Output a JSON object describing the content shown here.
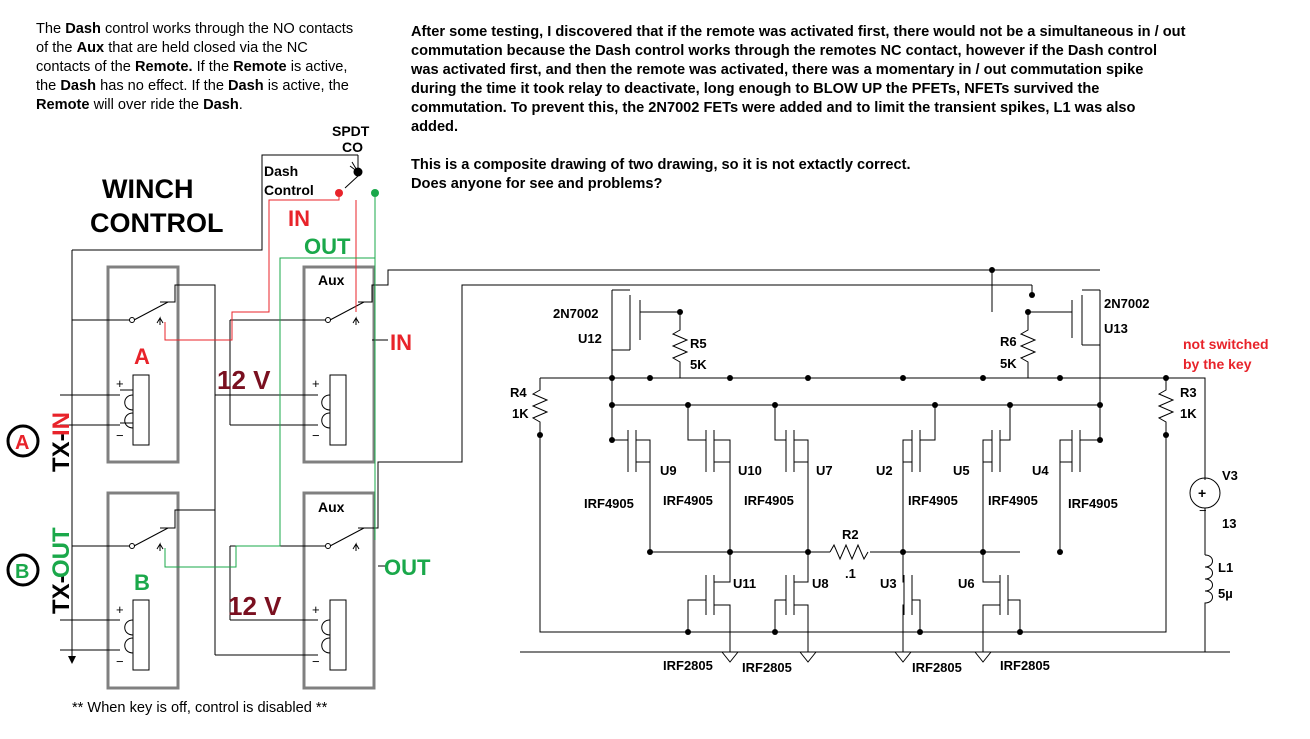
{
  "notes": {
    "left": [
      {
        "t": "The ",
        "b": false
      },
      {
        "t": "Dash",
        "b": true
      },
      {
        "t": " control works through the NO contacts of the ",
        "b": false
      },
      {
        "t": "Aux",
        "b": true
      },
      {
        "t": " that are held closed via the NC contacts of the ",
        "b": false
      },
      {
        "t": "Remote.",
        "b": true
      },
      {
        "t": " If the ",
        "b": false
      },
      {
        "t": "Remote",
        "b": true
      },
      {
        "t": " is active, the ",
        "b": false
      },
      {
        "t": "Dash",
        "b": true
      },
      {
        "t": " has no effect. If the ",
        "b": false
      },
      {
        "t": "Dash",
        "b": true
      },
      {
        "t": " is active, the ",
        "b": false
      },
      {
        "t": "Remote",
        "b": true
      },
      {
        "t": " will over ride the ",
        "b": false
      },
      {
        "t": "Dash",
        "b": true
      },
      {
        "t": ".",
        "b": false
      }
    ],
    "right_lines": [
      "After some testing, I discovered that if the remote was activated first, there would not be a simultaneous in / out",
      "commutation because the Dash control works through the remotes NC contact, however if the Dash control",
      "was activated first, and then the remote was activated, there was a momentary in / out commutation spike",
      "during the time it took relay to deactivate, long enough to BLOW UP the PFETs, NFETs survived the",
      "commutation.  To prevent this, the 2N7002 FETs were added and to limit the transient spikes,  L1 was also",
      "added.",
      "",
      "This is a composite drawing of two drawing, so it is not extactly correct.",
      "Does anyone for see and problems?"
    ],
    "footer": "**  When key is off, control is disabled  **"
  },
  "labels": {
    "spdt": "SPDT",
    "co": "CO",
    "dash": "Dash",
    "control": "Control",
    "winch": "WINCH",
    "control_big": "CONTROL",
    "in": "IN",
    "out": "OUT",
    "aux": "Aux",
    "relay_a": "A",
    "relay_b": "B",
    "twelve_v": "12 V",
    "tx_in_tx": "TX-",
    "tx_in_in": "IN",
    "tx_out_tx": "TX-",
    "tx_out_out": "OUT",
    "circle_a": "A",
    "circle_b": "B",
    "plus": "+",
    "minus": "−",
    "not_switched": "not switched",
    "by_the_key": "by the key"
  },
  "components": {
    "u12": {
      "part": "2N7002",
      "ref": "U12"
    },
    "u13": {
      "part": "2N7002",
      "ref": "U13"
    },
    "r5": {
      "ref": "R5",
      "value": "5K"
    },
    "r6": {
      "ref": "R6",
      "value": "5K"
    },
    "r4": {
      "ref": "R4",
      "value": "1K"
    },
    "r3": {
      "ref": "R3",
      "value": "1K"
    },
    "r2": {
      "ref": "R2",
      "value": ".1"
    },
    "u9": {
      "ref": "U9",
      "part": "IRF4905"
    },
    "u10": {
      "ref": "U10",
      "part": "IRF4905"
    },
    "u7": {
      "ref": "U7",
      "part": "IRF4905"
    },
    "u2": {
      "ref": "U2",
      "part": "IRF4905"
    },
    "u5": {
      "ref": "U5",
      "part": "IRF4905"
    },
    "u4": {
      "ref": "U4",
      "part": "IRF4905"
    },
    "u11": {
      "ref": "U11",
      "part": "IRF2805"
    },
    "u8": {
      "ref": "U8",
      "part": "IRF2805"
    },
    "u3": {
      "ref": "U3",
      "part": "IRF2805"
    },
    "u6": {
      "ref": "U6",
      "part": "IRF2805"
    },
    "v3": {
      "ref": "V3",
      "value": "13"
    },
    "l1": {
      "ref": "L1",
      "value": "5µ"
    }
  },
  "colors": {
    "in": "#e8232a",
    "out": "#1aa84a",
    "twelve_v": "#7a1020",
    "wire": "#000000",
    "box": "#808080"
  }
}
